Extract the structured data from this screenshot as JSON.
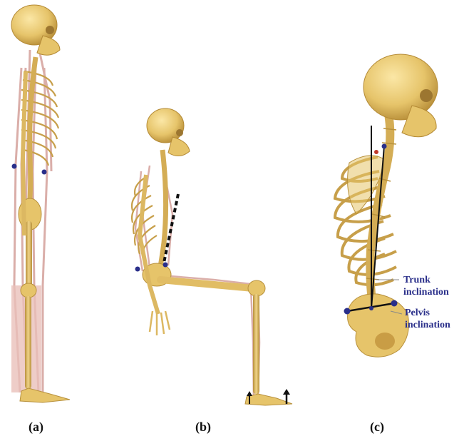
{
  "panels": [
    {
      "id": "a",
      "caption": "(a)"
    },
    {
      "id": "b",
      "caption": "(b)"
    },
    {
      "id": "c",
      "caption": "(c)"
    }
  ],
  "annotations": {
    "trunk": "Trunk\ninclination",
    "pelvis": "Pelvis\ninclination"
  },
  "colors": {
    "bone": "#e6c46a",
    "bone_shade": "#b8913c",
    "muscle": "#d7a6a0",
    "marker": "#2a2f8a",
    "label": "#2a2f8a",
    "line": "#111111"
  }
}
